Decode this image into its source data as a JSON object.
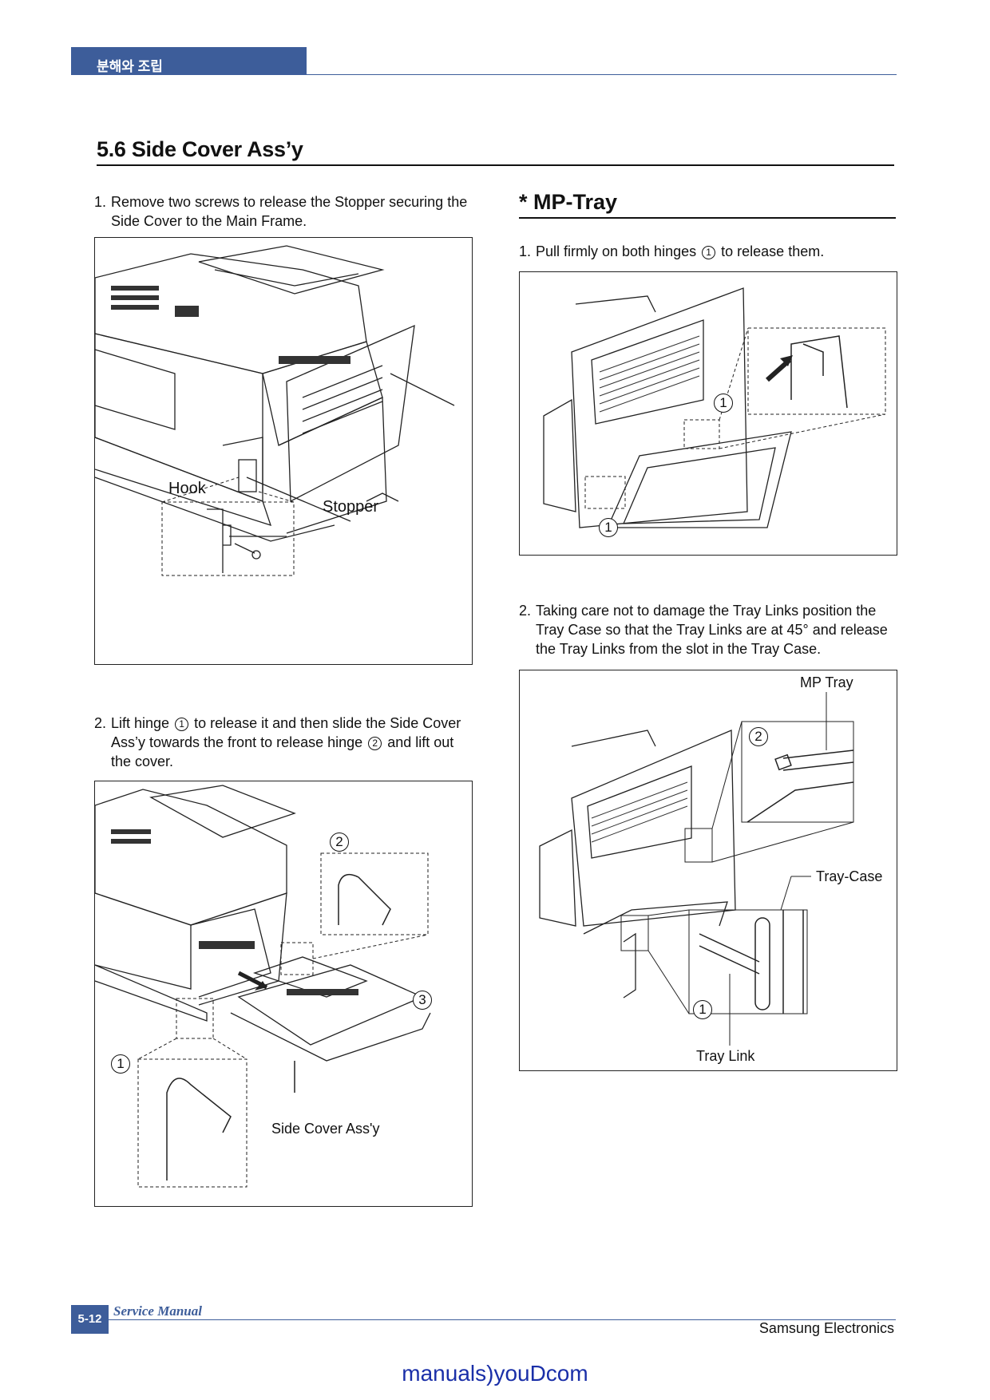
{
  "header": {
    "chapter": "분해와 조립"
  },
  "section": {
    "title": "5.6  Side Cover Ass’y"
  },
  "left": {
    "step1": {
      "num": "1.",
      "text": "Remove two screws to release the Stopper securing the Side Cover to the Main Frame."
    },
    "fig1": {
      "hook": "Hook",
      "stopper": "Stopper"
    },
    "step2": {
      "num": "2.",
      "pre": "Lift hinge",
      "c1": "1",
      "mid": "to release it and then slide the Side Cover Ass’y towards the front to release hinge",
      "c2": "2",
      "post": "and lift out the cover."
    },
    "fig2": {
      "call1": "1",
      "call2": "2",
      "call3": "3",
      "side_cover": "Side Cover Ass'y"
    }
  },
  "right": {
    "title": "* MP-Tray",
    "step1": {
      "num": "1.",
      "pre": "Pull firmly on both hinges",
      "c1": "1",
      "post": "to release them."
    },
    "fig1": {
      "call_a": "1",
      "call_b": "1"
    },
    "step2": {
      "num": "2.",
      "text": "Taking care not to damage the Tray Links position the Tray Case so that the Tray Links are at 45° and release the Tray Links from the slot in the Tray Case."
    },
    "fig2": {
      "mp_tray": "MP Tray",
      "tray_case": "Tray-Case",
      "tray_link": "Tray Link",
      "call1": "1",
      "call2": "2"
    }
  },
  "footer": {
    "page": "5-12",
    "manual": "Service Manual",
    "company": "Samsung Electronics"
  },
  "watermark": "manuals)youDcom"
}
